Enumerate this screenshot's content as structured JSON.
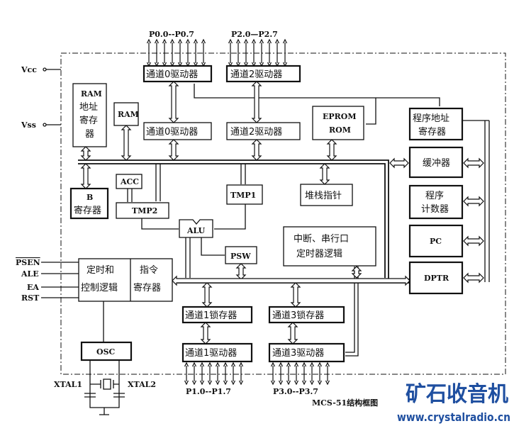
{
  "title": "MCS-51结构框图",
  "power": {
    "vcc": "Vcc",
    "vss": "Vss"
  },
  "ports": {
    "p0": "P0.0--P0.7",
    "p2": "P2.0—P2.7",
    "p1": "P1.0--P1.7",
    "p3": "P3.0--P3.7"
  },
  "blocks": {
    "p0_driver_top": "通道0驱动器",
    "p2_driver_top": "通道2驱动器",
    "p0_driver_2": "通道0驱动器",
    "p2_driver_2": "通道2驱动器",
    "ram_addr": [
      "RAM",
      "地址",
      "寄存",
      "器"
    ],
    "ram": "RAM",
    "eprom": [
      "EPROM",
      "ROM"
    ],
    "prog_addr": [
      "程序地址",
      "寄存器"
    ],
    "buffer": "缓冲器",
    "prog_counter": [
      "程序",
      "计数器"
    ],
    "pc": "PC",
    "dptr": "DPTR",
    "b_reg": [
      "B",
      "寄存器"
    ],
    "acc": "ACC",
    "tmp2": "TMP2",
    "tmp1": "TMP1",
    "stack_ptr": "堆栈指针",
    "alu": "ALU",
    "psw": "PSW",
    "interrupt": [
      "中断、串行口",
      "定时器逻辑"
    ],
    "timing_ctrl": [
      "定时和",
      "控制逻辑"
    ],
    "instr_reg": [
      "指令",
      "寄存器"
    ],
    "p1_latch": "通道1锁存器",
    "p3_latch": "通道3锁存器",
    "p1_driver": "通道1驱动器",
    "p3_driver": "通道3驱动器",
    "osc": "OSC"
  },
  "signals": [
    "PSEN",
    "ALE",
    "EA",
    "RST"
  ],
  "xtal": {
    "x1": "XTAL1",
    "x2": "XTAL2"
  },
  "watermark": {
    "name": "矿石收音机",
    "url": "www.crystalradio.cn"
  }
}
